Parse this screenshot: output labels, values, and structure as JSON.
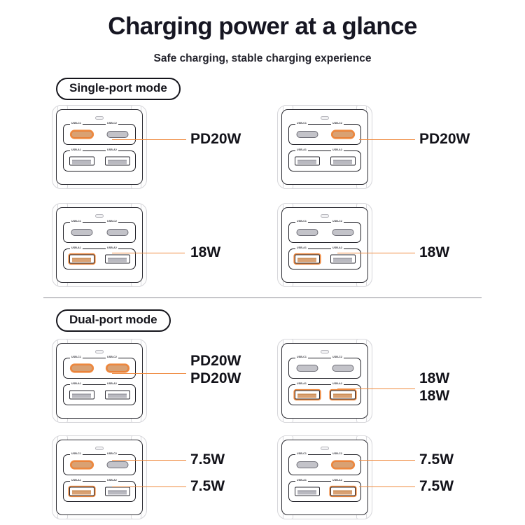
{
  "header": {
    "title": "Charging power at a glance",
    "subtitle": "Safe charging, stable charging experience"
  },
  "colors": {
    "accent": "#ef8a3f",
    "highlight_fill": "#d9a173",
    "port_gray": "#c3c3c9",
    "outline": "#1c1c23",
    "text": "#121219",
    "divider": "#8d8d95"
  },
  "port_labels": {
    "c1": "USB-C1",
    "c2": "USB-C2",
    "a1": "USB-A1",
    "a2": "USB-A2"
  },
  "sections": [
    {
      "id": "single-port",
      "label": "Single-port mode",
      "units": [
        {
          "id": "sp-1",
          "active_ports": [
            "c1"
          ],
          "outputs": [
            "PD20W"
          ]
        },
        {
          "id": "sp-2",
          "active_ports": [
            "c2"
          ],
          "outputs": [
            "PD20W"
          ]
        },
        {
          "id": "sp-3",
          "active_ports": [
            "a1"
          ],
          "outputs": [
            "18W"
          ]
        },
        {
          "id": "sp-4",
          "active_ports": [
            "a1"
          ],
          "outputs": [
            "18W"
          ]
        }
      ]
    },
    {
      "id": "dual-port",
      "label": "Dual-port mode",
      "units": [
        {
          "id": "dp-1",
          "active_ports": [
            "c1",
            "c2"
          ],
          "outputs": [
            "PD20W",
            "PD20W"
          ]
        },
        {
          "id": "dp-2",
          "active_ports": [
            "a1",
            "a2"
          ],
          "outputs": [
            "18W",
            "18W"
          ]
        },
        {
          "id": "dp-3",
          "active_ports": [
            "c1",
            "a1"
          ],
          "outputs": [
            "7.5W",
            "7.5W"
          ]
        },
        {
          "id": "dp-4",
          "active_ports": [
            "c2",
            "a2"
          ],
          "outputs": [
            "7.5W",
            "7.5W"
          ]
        }
      ]
    }
  ]
}
